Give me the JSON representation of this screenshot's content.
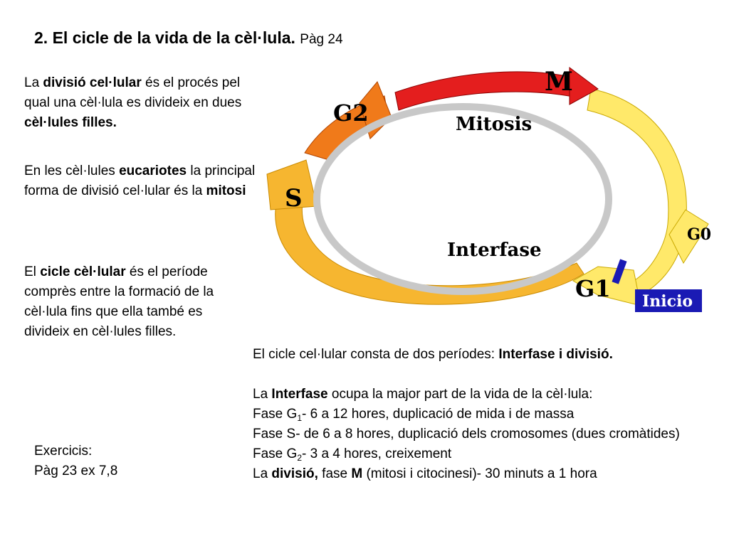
{
  "title": {
    "main": "2. El cicle de la vida de la cèl·lula.",
    "page_ref": "Pàg 24"
  },
  "para1": {
    "t1": "La ",
    "b1": "divisió cel·lular",
    "t2": " és el procés pel qual una cèl·lula es divideix en dues ",
    "b2": "cèl·lules filles."
  },
  "para2": {
    "t1": "En les cèl·lules ",
    "b1": "eucariotes",
    "t2": " la principal forma de divisió cel·lular és la ",
    "b2": "mitosi"
  },
  "para3": {
    "t1": "El ",
    "b1": "cicle cèl·lular",
    "t2": " és el període comprès entre la formació de la cèl·lula fins que ella també es divideix en cèl·lules filles."
  },
  "exercicis": {
    "line1": "Exercicis:",
    "line2": "Pàg 23 ex 7,8"
  },
  "diagram": {
    "label_m": "M",
    "label_g2": "G2",
    "label_s": "S",
    "label_g0": "G0",
    "label_g1": "G1",
    "label_mitosis": "Mitosis",
    "label_interfase": "Interfase",
    "label_inicio": "Inicio",
    "colors": {
      "m_arrow": "#e41e1e",
      "g2_arrow": "#f07a1a",
      "s_arrow": "#f6b630",
      "g1_arrow": "#ffe96a",
      "inner_ring": "#c8c8c8",
      "inicio_bg": "#1a1ab4",
      "inicio_marker": "#1a1ab4"
    }
  },
  "bottom": {
    "line1_t": "El cicle cel·lular consta de dos períodes: ",
    "line1_b": "Interfase i divisió.",
    "line2_t1": "La ",
    "line2_b": "Interfase",
    "line2_t2": " ocupa la major part de la vida de la cèl·lula:",
    "line3_pre": "Fase G",
    "line3_sub": "1",
    "line3_post": "- 6 a 12 hores, duplicació de mida i de massa",
    "line4": "Fase S-  de 6 a 8 hores, duplicació dels cromosomes (dues cromàtides)",
    "line5_pre": "Fase G",
    "line5_sub": "2",
    "line5_post": "- 3 a 4 hores, creixement",
    "line6_t1": "La ",
    "line6_b1": "divisió,",
    "line6_t2": " fase ",
    "line6_b2": "M",
    "line6_t3": " (mitosi i citocinesi)- 30 minuts a 1 hora"
  }
}
